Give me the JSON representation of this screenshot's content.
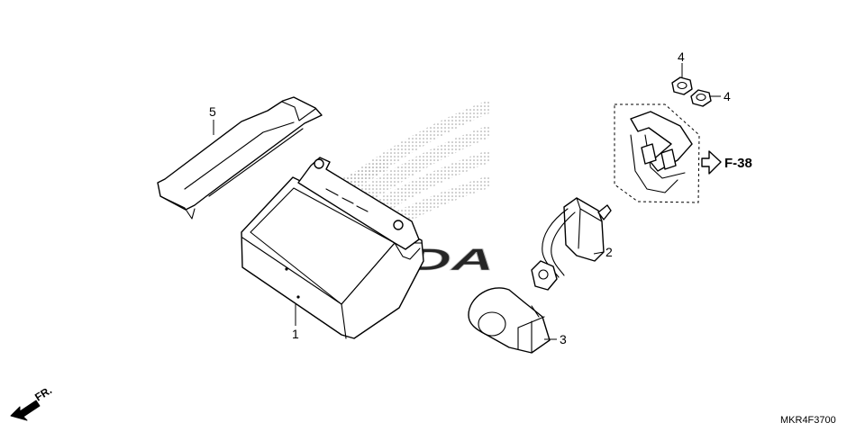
{
  "callouts": {
    "battery": "1",
    "solenoid": "2",
    "cover": "3",
    "nut_a": "4",
    "nut_b": "4",
    "band": "5"
  },
  "reference": "F-38",
  "fr_label": "FR.",
  "diagram_code": "MKR4F3700",
  "watermark_text": "HONDA",
  "colors": {
    "line": "#000000",
    "background": "#ffffff",
    "watermark": "#9a9a9a"
  }
}
